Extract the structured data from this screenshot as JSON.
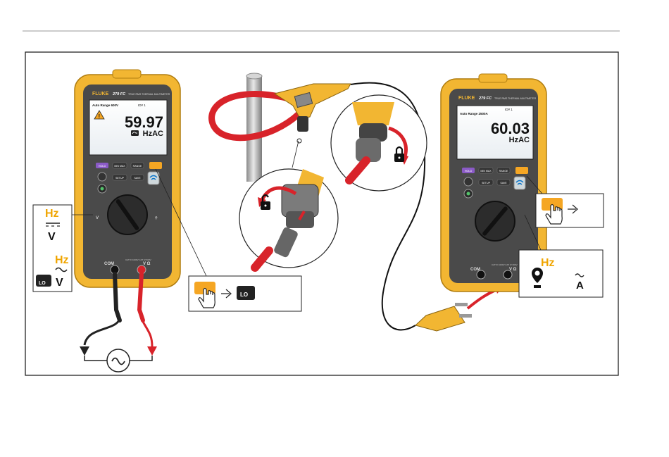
{
  "colors": {
    "accent": "#f5a623",
    "case_yellow": "#f2b632",
    "case_dark": "#444444",
    "lead_red": "#d8232a",
    "lead_black": "#222222",
    "hz_orange": "#f0a500",
    "rule": "#bbbbbb"
  },
  "meter1": {
    "brand": "FLUKE",
    "model": "279 FC",
    "model_sub": "TRUE RMS THERMAL MULTIMETER",
    "id_text": "ID# 1",
    "range_text": "Auto Range 600V",
    "reading": "59.97",
    "unit": "HzAC",
    "keys": [
      "HOLD",
      "MIN MAX",
      "RANGE",
      "SETUP",
      "SAVE"
    ],
    "jack_labels": [
      "COM",
      "V Ω"
    ],
    "jack_note": "CAT III 1000V CAT IV 600V"
  },
  "meter2": {
    "brand": "FLUKE",
    "model": "279 FC",
    "model_sub": "TRUE RMS THERMAL MULTIMETER",
    "id_text": "ID# 1",
    "range_text": "Auto Range 2500A",
    "reading": "60.03",
    "unit": "HzAC",
    "keys": [
      "HOLD",
      "MIN MAX",
      "RANGE",
      "SETUP",
      "SAVE"
    ],
    "jack_labels": [
      "COM",
      "V Ω"
    ],
    "jack_note": "CAT III 1000V CAT IV 600V"
  },
  "callouts": {
    "left_hz_top": "Hz",
    "left_v_dc": "V",
    "left_hz_bottom": "Hz",
    "left_v_ac": "V",
    "lo_label": "LO",
    "right_hz": "Hz",
    "right_a": "A"
  },
  "icons": [
    "warning-icon",
    "hand-press-icon",
    "arrow-right-icon",
    "lo-filter-icon",
    "lock-icon",
    "unlock-icon",
    "iflex-probe-icon",
    "ac-source-icon",
    "wireless-icon"
  ]
}
